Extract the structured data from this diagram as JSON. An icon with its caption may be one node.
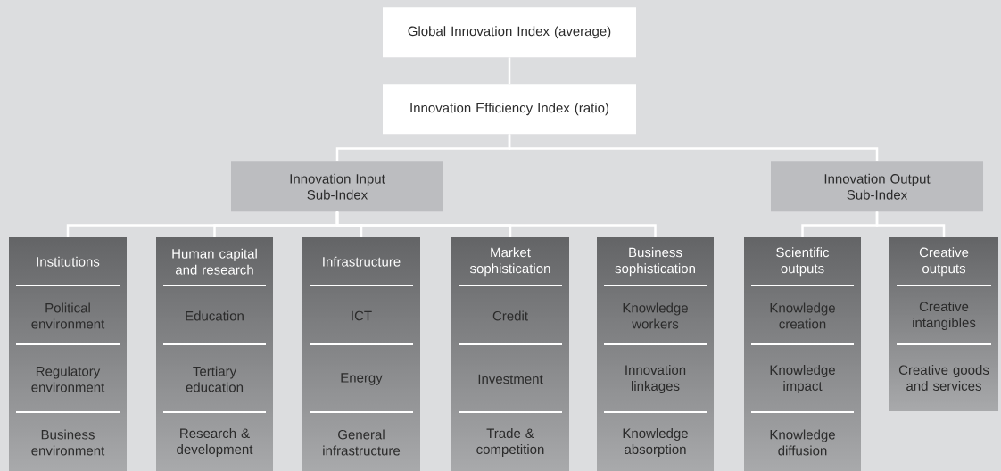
{
  "diagram": {
    "nodes": [
      {
        "text": [
          "Global Innovation Index (average)"
        ]
      },
      {
        "text": [
          "Innovation Efficiency Index (ratio)"
        ]
      },
      {
        "text": [
          "Innovation Input Sub-Index"
        ]
      },
      {
        "text": [
          "Innovation Output Sub-Index"
        ]
      },
      {
        "text": [
          "Institutions"
        ]
      },
      {
        "text": [
          "Political environment"
        ],
        "in": 4
      },
      {
        "text": [
          "Regulatory environment"
        ],
        "in": 4
      },
      {
        "text": [
          "Business environment"
        ],
        "in": 4
      },
      {
        "text": [
          "Human capital and research"
        ]
      },
      {
        "text": [
          "Education"
        ],
        "in": 8
      },
      {
        "text": [
          "Tertiary education"
        ],
        "in": 8
      },
      {
        "text": [
          "Research & development"
        ],
        "in": 8
      },
      {
        "text": [
          "Infrastructure"
        ]
      },
      {
        "text": [
          "ICT"
        ],
        "in": 12
      },
      {
        "text": [
          "Energy"
        ],
        "in": 12
      },
      {
        "text": [
          "General infrastructure"
        ],
        "in": 12
      },
      {
        "text": [
          "Market sophistication"
        ]
      },
      {
        "text": [
          "Credit"
        ],
        "in": 16
      },
      {
        "text": [
          "Investment"
        ],
        "in": 16
      },
      {
        "text": [
          "Trade & competition"
        ],
        "in": 16
      },
      {
        "text": [
          "Business sophistication"
        ]
      },
      {
        "text": [
          "Knowledge workers"
        ],
        "in": 20
      },
      {
        "text": [
          "Innovation linkages"
        ],
        "in": 20
      },
      {
        "text": [
          "Knowledge absorption"
        ],
        "in": 20
      },
      {
        "text": [
          "Scientific outputs"
        ]
      },
      {
        "text": [
          "Knowledge creation"
        ],
        "in": 24
      },
      {
        "text": [
          "Knowledge impact"
        ],
        "in": 24
      },
      {
        "text": [
          "Knowledge diffusion"
        ],
        "in": 24
      },
      {
        "text": [
          "Creative outputs"
        ]
      },
      {
        "text": [
          "Creative intangibles"
        ],
        "in": 28
      },
      {
        "text": [
          "Creative goods and services"
        ],
        "in": 28
      }
    ],
    "edges": [
      {
        "from": 0,
        "to": 1,
        "arrow": "none"
      },
      {
        "from": 1,
        "to": 2,
        "arrow": "none"
      },
      {
        "from": 1,
        "to": 3,
        "arrow": "none"
      },
      {
        "from": 2,
        "to": 4,
        "arrow": "none"
      },
      {
        "from": 2,
        "to": 8,
        "arrow": "none"
      },
      {
        "from": 2,
        "to": 12,
        "arrow": "none"
      },
      {
        "from": 2,
        "to": 16,
        "arrow": "none"
      },
      {
        "from": 2,
        "to": 20,
        "arrow": "none"
      },
      {
        "from": 3,
        "to": 24,
        "arrow": "none"
      },
      {
        "from": 3,
        "to": 28,
        "arrow": "none"
      }
    ]
  }
}
